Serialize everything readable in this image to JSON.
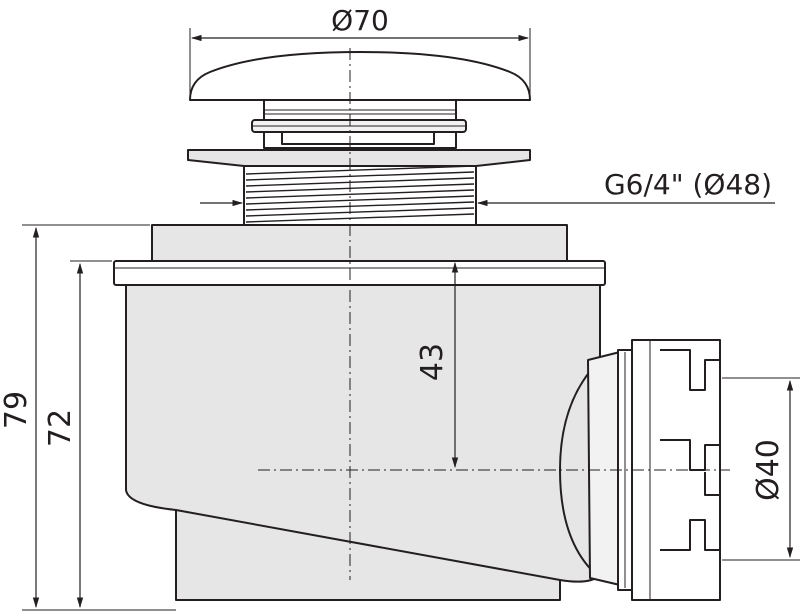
{
  "dimensions": {
    "cap_diameter": "Ø70",
    "thread": "G6/4\" (Ø48)",
    "total_height": "79",
    "body_height": "72",
    "outlet_height": "43",
    "outlet_diameter": "Ø40"
  },
  "colors": {
    "line": "#231f20",
    "body_fill": "#e6e6e6",
    "background": "#ffffff"
  }
}
